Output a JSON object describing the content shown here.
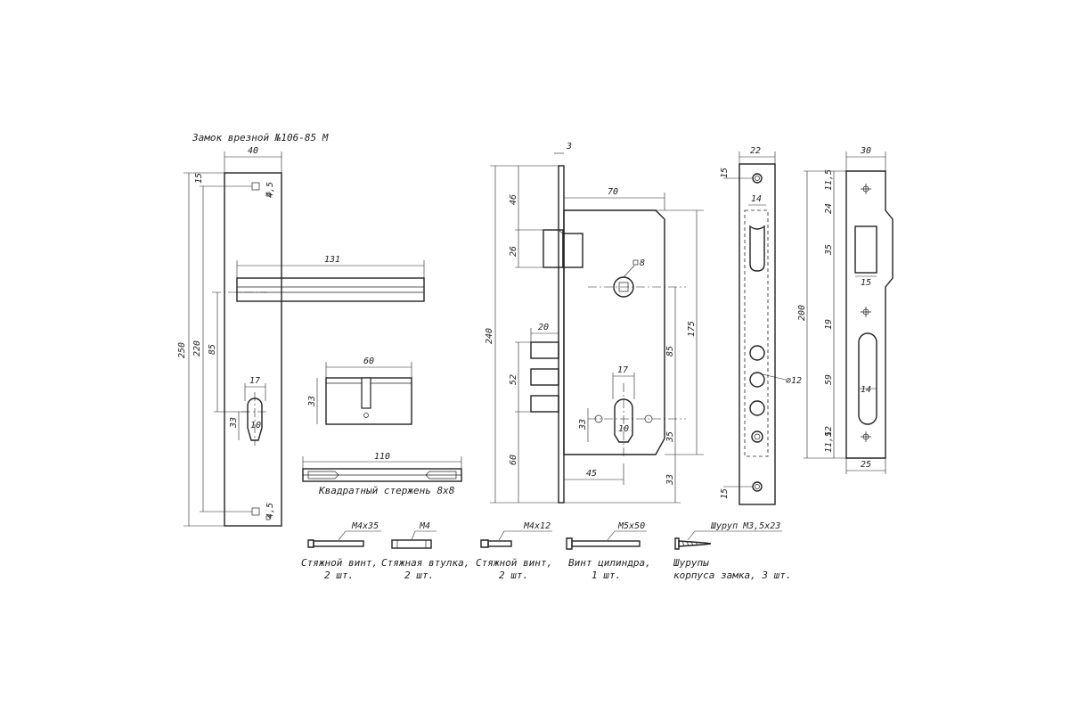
{
  "title": "Замок врезной №106-85 М",
  "colors": {
    "ink": "#222222",
    "background": "#ffffff"
  },
  "handle": {
    "dims": {
      "width": "40",
      "height": "250",
      "length_220": "220",
      "top_15": "15",
      "bolt_top": "4,5",
      "bolt_bottom": "4,5",
      "distance_85": "85",
      "lever_131": "131",
      "keyhole_17": "17",
      "keyhole_10": "10",
      "keyhole_33": "33"
    }
  },
  "cylinder": {
    "dims": {
      "length": "60",
      "height": "33"
    }
  },
  "spindle": {
    "dim": "110",
    "label": "Квадратный стержень 8х8"
  },
  "lock_body": {
    "dims": {
      "face_3": "3",
      "height_240": "240",
      "d46": "46",
      "d26": "26",
      "backset_70": "70",
      "square_8": "8",
      "d175": "175",
      "d20": "20",
      "d52": "52",
      "d85": "85",
      "d17": "17",
      "d33": "33",
      "d10": "10",
      "d35": "35",
      "d60": "60",
      "d45": "45",
      "d33b": "33"
    }
  },
  "faceplate": {
    "dims": {
      "width_22": "22",
      "top_15": "15",
      "d14": "14",
      "hole_12": "∅12",
      "bottom_15": "15"
    }
  },
  "strike": {
    "dims": {
      "width_30": "30",
      "d11_5_top": "11,5",
      "d24": "24",
      "d35": "35",
      "d15": "15",
      "d200": "200",
      "d19": "19",
      "d59": "59",
      "d14": "14",
      "d12": "12",
      "d11_5_bottom": "11,5",
      "width_25": "25"
    }
  },
  "parts": [
    {
      "name": "M4x35",
      "caption_1": "Стяжной винт,",
      "caption_2": "2 шт."
    },
    {
      "name": "M4",
      "caption_1": "Стяжная втулка,",
      "caption_2": "2 шт."
    },
    {
      "name": "M4x12",
      "caption_1": "Стяжной винт,",
      "caption_2": "2 шт."
    },
    {
      "name": "M5x50",
      "caption_1": "Винт цилиндра,",
      "caption_2": "1 шт."
    },
    {
      "name": "Шуруп M3,5x23",
      "caption_1": "Шурупы",
      "caption_2": "корпуса замка, 3 шт."
    }
  ]
}
